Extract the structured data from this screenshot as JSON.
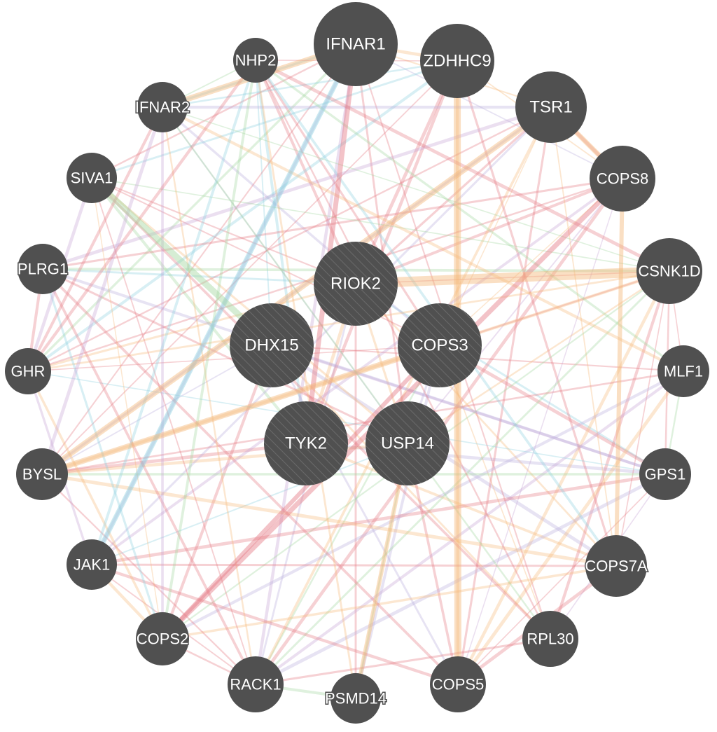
{
  "colors": {
    "node_fill": "#505050",
    "query_hatch": "#6a6a6a",
    "label_text": "#ffffff",
    "edge_coexpression": "#e57a85",
    "edge_physical": "#f5b97a",
    "edge_colocalization": "#c6a3d4",
    "edge_shared_domains": "#a3d7a0",
    "edge_pathway": "#8fd0e0",
    "edge_genetic": "#b9b0de"
  },
  "network": {
    "query_nodes": [
      {
        "id": "RIOK2",
        "label": "RIOK2"
      },
      {
        "id": "DHX15",
        "label": "DHX15"
      },
      {
        "id": "COPS3",
        "label": "COPS3"
      },
      {
        "id": "TYK2",
        "label": "TYK2"
      },
      {
        "id": "USP14",
        "label": "USP14"
      }
    ],
    "related_nodes": [
      {
        "id": "IFNAR1",
        "label": "IFNAR1"
      },
      {
        "id": "ZDHHC9",
        "label": "ZDHHC9"
      },
      {
        "id": "TSR1",
        "label": "TSR1"
      },
      {
        "id": "COPS8",
        "label": "COPS8"
      },
      {
        "id": "CSNK1D",
        "label": "CSNK1D"
      },
      {
        "id": "MLF1",
        "label": "MLF1"
      },
      {
        "id": "GPS1",
        "label": "GPS1"
      },
      {
        "id": "COPS7A",
        "label": "COPS7A"
      },
      {
        "id": "RPL30",
        "label": "RPL30"
      },
      {
        "id": "COPS5",
        "label": "COPS5"
      },
      {
        "id": "PSMD14",
        "label": "PSMD14"
      },
      {
        "id": "RACK1",
        "label": "RACK1"
      },
      {
        "id": "COPS2",
        "label": "COPS2"
      },
      {
        "id": "JAK1",
        "label": "JAK1"
      },
      {
        "id": "BYSL",
        "label": "BYSL"
      },
      {
        "id": "GHR",
        "label": "GHR"
      },
      {
        "id": "PLRG1",
        "label": "PLRG1"
      },
      {
        "id": "SIVA1",
        "label": "SIVA1"
      },
      {
        "id": "IFNAR2",
        "label": "IFNAR2"
      },
      {
        "id": "NHP2",
        "label": "NHP2"
      }
    ]
  }
}
